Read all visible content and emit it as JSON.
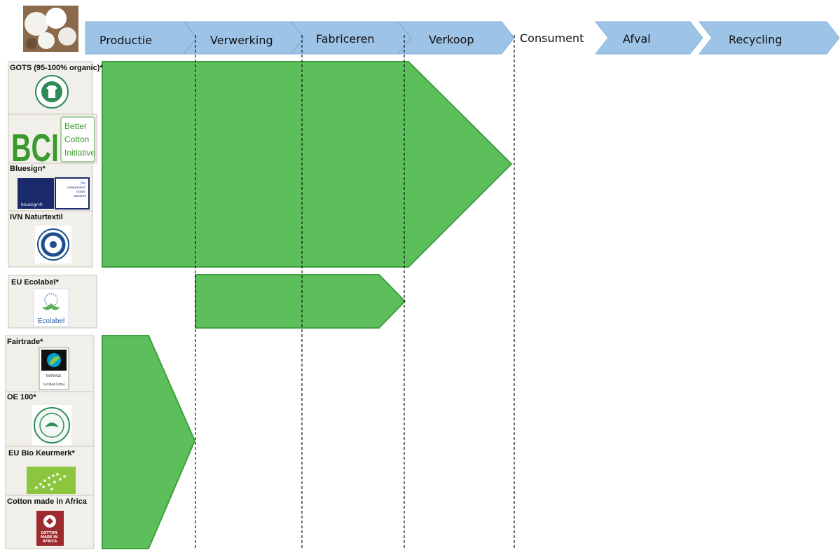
{
  "stages": [
    {
      "label": "Productie",
      "highlighted": true
    },
    {
      "label": "Verwerking",
      "highlighted": true
    },
    {
      "label": "Fabriceren",
      "highlighted": true
    },
    {
      "label": "Verkoop",
      "highlighted": true
    },
    {
      "label": "Consument",
      "highlighted": false
    },
    {
      "label": "Afval",
      "highlighted": true
    },
    {
      "label": "Recycling",
      "highlighted": true
    }
  ],
  "labels": {
    "gots": "GOTS (95-100% organic)*",
    "bci_main": "BCI",
    "bci_side": [
      "Better",
      "Cotton",
      "Initiative"
    ],
    "bluesign": "Bluesign*",
    "bluesign_logo": "bluesign®",
    "bluesign_tagline": [
      "The",
      "independent",
      "textile",
      "standard"
    ],
    "ivn": "IVN Naturtextil",
    "eu_ecolabel": "EU Ecolabel*",
    "ecolabel_logo": "Ecolabel",
    "fairtrade": "Fairtrade*",
    "fairtrade_logo": [
      "FAIRTRADE",
      "Certified Cotton"
    ],
    "oe100": "OE 100*",
    "eu_bio": "EU Bio Keurmerk*",
    "cmia": "Cotton made in Africa",
    "cmia_logo": [
      "COTTON",
      "MADE IN",
      "AFRICA"
    ]
  },
  "coverage": [
    {
      "group": "GOTS, BCI, Bluesign, IVN Naturtextil",
      "from": "Productie",
      "to": "Consument"
    },
    {
      "group": "EU Ecolabel",
      "from": "Verwerking",
      "to": "Verkoop"
    },
    {
      "group": "Fairtrade, OE 100, EU Bio Keurmerk, Cotton made in Africa",
      "from": "Productie",
      "to": "Productie"
    }
  ],
  "colors": {
    "chevron": "#9dc3e6",
    "chevron_edge": "#86b2da",
    "arrow": "#5cbf5c",
    "arrow_edge": "#3f9f3f",
    "bci_green": "#3a9a2c",
    "bluesign_navy": "#1b2a6b",
    "cmia_red": "#9c2a2f"
  }
}
